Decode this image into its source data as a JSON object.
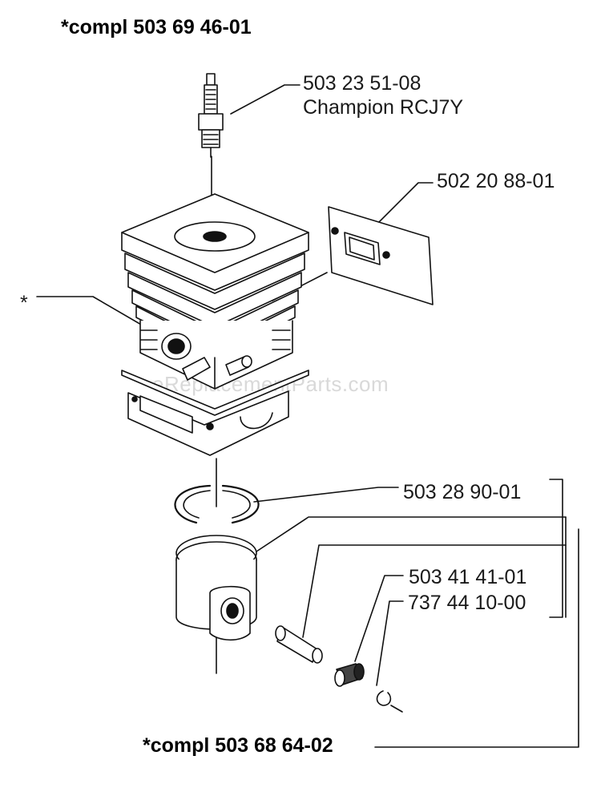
{
  "header": {
    "assembly_label": "*compl 503 69 46-01"
  },
  "parts": {
    "spark_plug_number": "503 23 51-08",
    "spark_plug_name": "Champion RCJ7Y",
    "gasket": "502 20 88-01",
    "cylinder_marker": "*",
    "piston_ring": "503 28 90-01",
    "bearing": "503 41 41-01",
    "circlip": "737 44 10-00"
  },
  "footer": {
    "piston_assembly_label": "*compl 503 68 64-02"
  },
  "watermark": "eReplacementParts.com"
}
